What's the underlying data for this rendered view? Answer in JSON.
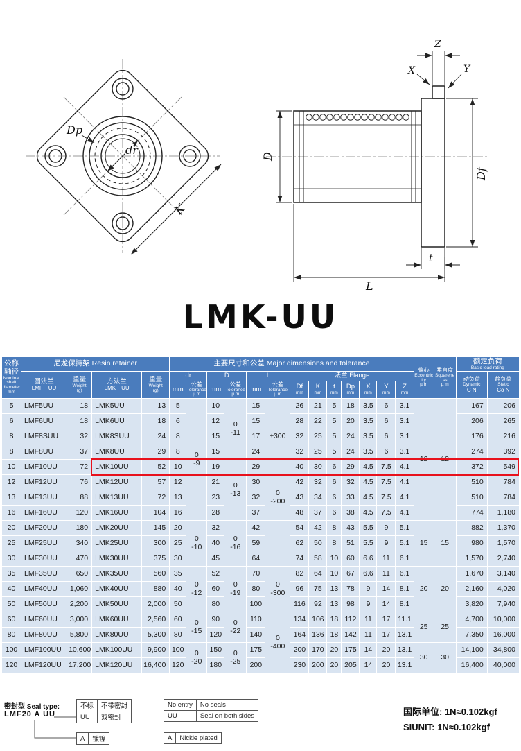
{
  "title": "LMK-UU",
  "drawings": {
    "front": {
      "dp": "Dp",
      "dr": "dr",
      "k": "K"
    },
    "side": {
      "z": "Z",
      "x": "X",
      "y": "Y",
      "d": "D",
      "df": "Df",
      "l": "L",
      "t": "t"
    }
  },
  "table": {
    "header": {
      "shaft_zh": "公称轴径",
      "shaft_en": "Nominal shaft diameter",
      "shaft_unit": "mm",
      "resin": "尼龙保持架  Resin retainer",
      "major": "主要尺寸和公差  Major dimensions and tolerance",
      "ecc_zh": "偏心",
      "ecc_en": "Eccentricity",
      "sq_zh": "垂直度",
      "sq_en": "Squareness",
      "um": "µ m",
      "load_zh": "额定负荷",
      "load_en": "Basic load rating",
      "lmf_zh": "圆法兰",
      "lmf_en": "LMF···UU",
      "lmk_zh": "方法兰",
      "lmk_en": "LMK···UU",
      "weight_zh": "重量",
      "weight_en": "Weight",
      "weight_unit": "(g)",
      "dr": "dr",
      "d": "D",
      "l": "L",
      "flange": "法兰  Flange",
      "mm": "mm",
      "tol_zh": "公差",
      "tol_en": "Tolerance",
      "df": "Df",
      "k": "K",
      "t": "t",
      "dp": "Dp",
      "x": "X",
      "y": "Y",
      "z": "Z",
      "dyn_zh": "动负荷",
      "dyn_en": "Dynamic",
      "dyn_unit": "C N",
      "stat_zh": "静负荷",
      "stat_en": "Static",
      "stat_unit": "Co N"
    },
    "rows": [
      {
        "cells": [
          "5",
          "LMF5UU",
          "18",
          "LMK5UU",
          "13",
          "5",
          {
            "t": [
              "0",
              "-9"
            ],
            "rs": 8
          },
          "10",
          {
            "t": [
              "0",
              "-11"
            ],
            "rs": 4
          },
          "15",
          {
            "t": "±300",
            "rs": 5
          },
          "26",
          "21",
          "5",
          "18",
          "3.5",
          "6",
          "3.1",
          {
            "t": "12",
            "rs": 8
          },
          {
            "t": "12",
            "rs": 8
          },
          "167",
          "206"
        ]
      },
      {
        "cells": [
          "6",
          "LMF6UU",
          "18",
          "LMK6UU",
          "18",
          "6",
          "12",
          "15",
          "28",
          "22",
          "5",
          "20",
          "3.5",
          "6",
          "3.1",
          "206",
          "265"
        ]
      },
      {
        "cells": [
          "8",
          "LMF8SUU",
          "32",
          "LMK8SUU",
          "24",
          "8",
          "15",
          "17",
          "32",
          "25",
          "5",
          "24",
          "3.5",
          "6",
          "3.1",
          "176",
          "216"
        ]
      },
      {
        "cells": [
          "8",
          "LMF8UU",
          "37",
          "LMK8UU",
          "29",
          "8",
          "15",
          "24",
          "32",
          "25",
          "5",
          "24",
          "3.5",
          "6",
          "3.1",
          "274",
          "392"
        ]
      },
      {
        "hl": true,
        "cells": [
          "10",
          "LMF10UU",
          "72",
          "LMK10UU",
          "52",
          "10",
          "19",
          {
            "t": [
              "0",
              "-13"
            ],
            "rs": 4
          },
          "29",
          "40",
          "30",
          "6",
          "29",
          "4.5",
          "7.5",
          "4.1",
          "372",
          "549"
        ]
      },
      {
        "cells": [
          "12",
          "LMF12UU",
          "76",
          "LMK12UU",
          "57",
          "12",
          "21",
          "30",
          {
            "t": [
              "0",
              "-200"
            ],
            "rs": 3
          },
          "42",
          "32",
          "6",
          "32",
          "4.5",
          "7.5",
          "4.1",
          "510",
          "784"
        ]
      },
      {
        "cells": [
          "13",
          "LMF13UU",
          "88",
          "LMK13UU",
          "72",
          "13",
          "23",
          "32",
          "43",
          "34",
          "6",
          "33",
          "4.5",
          "7.5",
          "4.1",
          "510",
          "784"
        ]
      },
      {
        "cells": [
          "16",
          "LMF16UU",
          "120",
          "LMK16UU",
          "104",
          "16",
          "28",
          "37",
          "48",
          "37",
          "6",
          "38",
          "4.5",
          "7.5",
          "4.1",
          "774",
          "1,180"
        ]
      },
      {
        "cells": [
          "20",
          "LMF20UU",
          "180",
          "LMK20UU",
          "145",
          "20",
          {
            "t": [
              "0",
              "-10"
            ],
            "rs": 3
          },
          "32",
          {
            "t": [
              "0",
              "-16"
            ],
            "rs": 3
          },
          "42",
          {
            "t": "",
            "rs": 3
          },
          "54",
          "42",
          "8",
          "43",
          "5.5",
          "9",
          "5.1",
          {
            "t": "15",
            "rs": 3
          },
          {
            "t": "15",
            "rs": 3
          },
          "882",
          "1,370"
        ]
      },
      {
        "cells": [
          "25",
          "LMF25UU",
          "340",
          "LMK25UU",
          "300",
          "25",
          "40",
          "59",
          "62",
          "50",
          "8",
          "51",
          "5.5",
          "9",
          "5.1",
          "980",
          "1,570"
        ]
      },
      {
        "cells": [
          "30",
          "LMF30UU",
          "470",
          "LMK30UU",
          "375",
          "30",
          "45",
          "64",
          "74",
          "58",
          "10",
          "60",
          "6.6",
          "11",
          "6.1",
          "1,570",
          "2,740"
        ]
      },
      {
        "cells": [
          "35",
          "LMF35UU",
          "650",
          "LMK35UU",
          "560",
          "35",
          {
            "t": [
              "0",
              "-12"
            ],
            "rs": 3
          },
          "52",
          {
            "t": [
              "0",
              "-19"
            ],
            "rs": 3
          },
          "70",
          {
            "t": [
              "0",
              "-300"
            ],
            "rs": 3
          },
          "82",
          "64",
          "10",
          "67",
          "6.6",
          "11",
          "6.1",
          {
            "t": "20",
            "rs": 3
          },
          {
            "t": "20",
            "rs": 3
          },
          "1,670",
          "3,140"
        ]
      },
      {
        "cells": [
          "40",
          "LMF40UU",
          "1,060",
          "LMK40UU",
          "880",
          "40",
          "60",
          "80",
          "96",
          "75",
          "13",
          "78",
          "9",
          "14",
          "8.1",
          "2,160",
          "4,020"
        ]
      },
      {
        "cells": [
          "50",
          "LMF50UU",
          "2,200",
          "LMK50UU",
          "2,000",
          "50",
          "80",
          "100",
          "116",
          "92",
          "13",
          "98",
          "9",
          "14",
          "8.1",
          "3,820",
          "7,940"
        ]
      },
      {
        "cells": [
          "60",
          "LMF60UU",
          "3,000",
          "LMK60UU",
          "2,560",
          "60",
          {
            "t": [
              "0",
              "-15"
            ],
            "rs": 2
          },
          "90",
          {
            "t": [
              "0",
              "-22"
            ],
            "rs": 2
          },
          "110",
          {
            "t": [
              "0",
              "-400"
            ],
            "rs": 4
          },
          "134",
          "106",
          "18",
          "112",
          "11",
          "17",
          "11.1",
          {
            "t": "25",
            "rs": 2
          },
          {
            "t": "25",
            "rs": 2
          },
          "4,700",
          "10,000"
        ]
      },
      {
        "cells": [
          "80",
          "LMF80UU",
          "5,800",
          "LMK80UU",
          "5,300",
          "80",
          "120",
          "140",
          "164",
          "136",
          "18",
          "142",
          "11",
          "17",
          "13.1",
          "7,350",
          "16,000"
        ]
      },
      {
        "cells": [
          "100",
          "LMF100UU",
          "10,600",
          "LMK100UU",
          "9,900",
          "100",
          {
            "t": [
              "0",
              "-20"
            ],
            "rs": 2
          },
          "150",
          {
            "t": [
              "0",
              "-25"
            ],
            "rs": 2
          },
          "175",
          "200",
          "170",
          "20",
          "175",
          "14",
          "20",
          "13.1",
          {
            "t": "30",
            "rs": 2
          },
          {
            "t": "30",
            "rs": 2
          },
          "14,100",
          "34,800"
        ]
      },
      {
        "cells": [
          "120",
          "LMF120UU",
          "17,200",
          "LMK120UU",
          "16,400",
          "120",
          "180",
          "200",
          "230",
          "200",
          "20",
          "205",
          "14",
          "20",
          "13.1",
          "16,400",
          "40,000"
        ]
      }
    ]
  },
  "footer": {
    "seal_title": "密封型 Seal type:",
    "seal_example": "LMF20 A UU",
    "legend_zh": [
      [
        "不标",
        "不带密封"
      ],
      [
        "UU",
        "双密封"
      ]
    ],
    "legend_en": [
      [
        "No entry",
        "No seals"
      ],
      [
        "UU",
        "Seal on both sides"
      ]
    ],
    "plating_zh": [
      "A",
      "镀镍"
    ],
    "plating_en": [
      "A",
      "Nickle plated"
    ],
    "unit_zh": "国际单位:  1N≈0.102kgf",
    "unit_en": "SIUNIT:  1N≈0.102kgf"
  }
}
